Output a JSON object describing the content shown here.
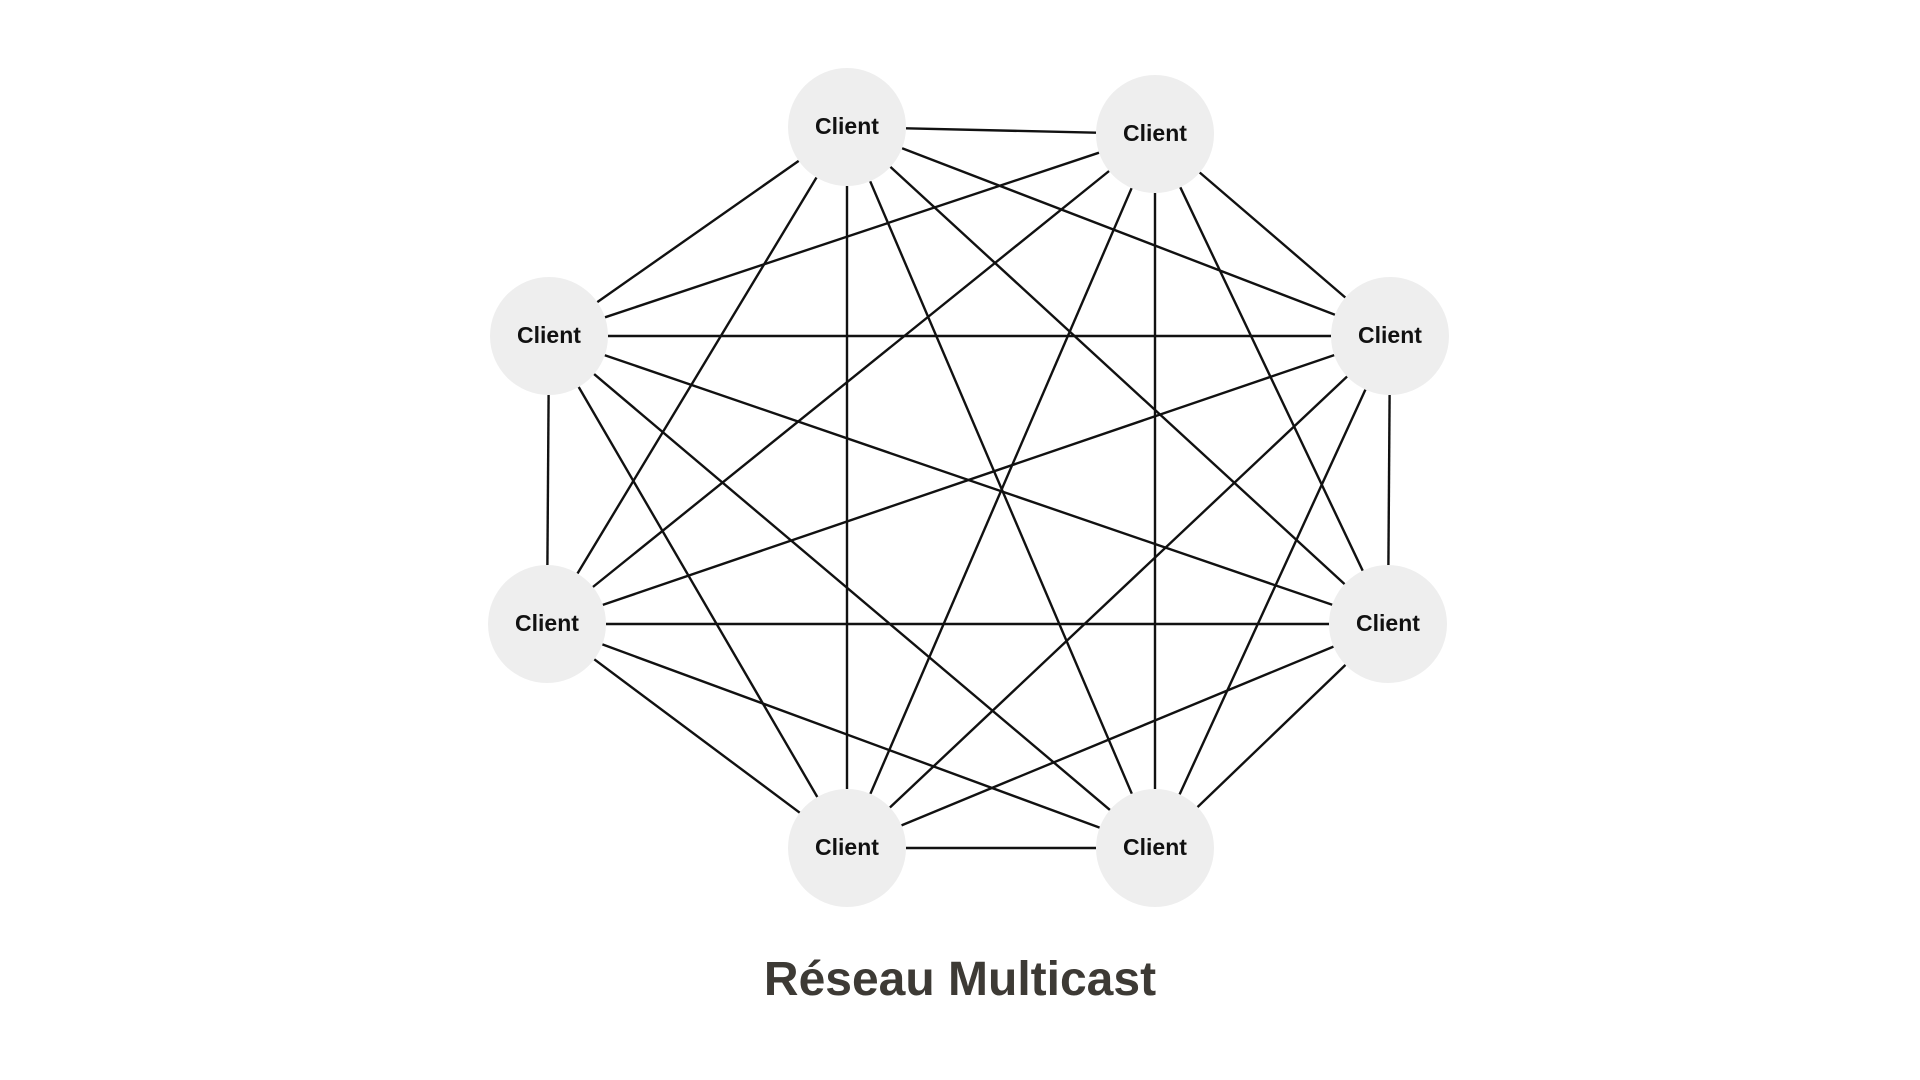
{
  "diagram": {
    "caption": "Réseau Multicast",
    "node_fill": "#eeeeee",
    "edge_color": "#111111",
    "caption_color": "#3d3a35",
    "nodes": [
      {
        "id": "n0",
        "label": "Client"
      },
      {
        "id": "n1",
        "label": "Client"
      },
      {
        "id": "n2",
        "label": "Client"
      },
      {
        "id": "n3",
        "label": "Client"
      },
      {
        "id": "n4",
        "label": "Client"
      },
      {
        "id": "n5",
        "label": "Client"
      },
      {
        "id": "n6",
        "label": "Client"
      },
      {
        "id": "n7",
        "label": "Client"
      }
    ],
    "edges": [
      [
        "n0",
        "n1"
      ],
      [
        "n0",
        "n2"
      ],
      [
        "n0",
        "n3"
      ],
      [
        "n0",
        "n4"
      ],
      [
        "n0",
        "n5"
      ],
      [
        "n0",
        "n6"
      ],
      [
        "n0",
        "n7"
      ],
      [
        "n1",
        "n2"
      ],
      [
        "n1",
        "n3"
      ],
      [
        "n1",
        "n4"
      ],
      [
        "n1",
        "n5"
      ],
      [
        "n1",
        "n6"
      ],
      [
        "n1",
        "n7"
      ],
      [
        "n2",
        "n3"
      ],
      [
        "n2",
        "n4"
      ],
      [
        "n2",
        "n5"
      ],
      [
        "n2",
        "n6"
      ],
      [
        "n2",
        "n7"
      ],
      [
        "n3",
        "n4"
      ],
      [
        "n3",
        "n5"
      ],
      [
        "n3",
        "n6"
      ],
      [
        "n3",
        "n7"
      ],
      [
        "n4",
        "n5"
      ],
      [
        "n4",
        "n6"
      ],
      [
        "n4",
        "n7"
      ],
      [
        "n5",
        "n6"
      ],
      [
        "n5",
        "n7"
      ],
      [
        "n6",
        "n7"
      ]
    ]
  }
}
